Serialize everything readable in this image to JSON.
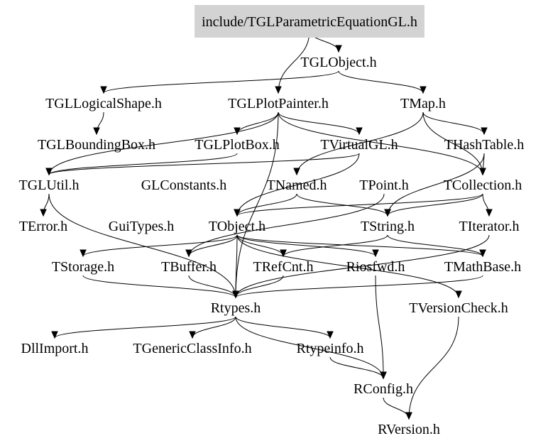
{
  "diagram": {
    "root": "include/TGLParametricEquationGL.h",
    "nodes": [
      "include/TGLParametricEquationGL.h",
      "TGLObject.h",
      "TGLLogicalShape.h",
      "TGLPlotPainter.h",
      "TMap.h",
      "TGLBoundingBox.h",
      "TGLPlotBox.h",
      "TVirtualGL.h",
      "THashTable.h",
      "TGLUtil.h",
      "GLConstants.h",
      "TNamed.h",
      "TPoint.h",
      "TCollection.h",
      "TError.h",
      "GuiTypes.h",
      "TObject.h",
      "TString.h",
      "TIterator.h",
      "TStorage.h",
      "TBuffer.h",
      "TRefCnt.h",
      "Riosfwd.h",
      "TMathBase.h",
      "Rtypes.h",
      "TVersionCheck.h",
      "DllImport.h",
      "TGenericClassInfo.h",
      "Rtypeinfo.h",
      "RConfig.h",
      "RVersion.h"
    ],
    "edges": [
      [
        "include/TGLParametricEquationGL.h",
        "TGLObject.h"
      ],
      [
        "include/TGLParametricEquationGL.h",
        "TGLPlotPainter.h"
      ],
      [
        "TGLObject.h",
        "TGLLogicalShape.h"
      ],
      [
        "TGLObject.h",
        "TMap.h"
      ],
      [
        "TGLLogicalShape.h",
        "TGLBoundingBox.h"
      ],
      [
        "TGLPlotPainter.h",
        "TGLPlotBox.h"
      ],
      [
        "TGLPlotPainter.h",
        "TVirtualGL.h"
      ],
      [
        "TGLPlotPainter.h",
        "TGLUtil.h"
      ],
      [
        "TGLPlotPainter.h",
        "TCollection.h"
      ],
      [
        "TGLPlotPainter.h",
        "Rtypes.h"
      ],
      [
        "TGLPlotBox.h",
        "TGLUtil.h"
      ],
      [
        "TMap.h",
        "THashTable.h"
      ],
      [
        "TMap.h",
        "TNamed.h"
      ],
      [
        "TMap.h",
        "TCollection.h"
      ],
      [
        "TVirtualGL.h",
        "TGLUtil.h"
      ],
      [
        "TVirtualGL.h",
        "TObject.h"
      ],
      [
        "THashTable.h",
        "TCollection.h"
      ],
      [
        "THashTable.h",
        "TString.h"
      ],
      [
        "TGLUtil.h",
        "TError.h"
      ],
      [
        "TGLUtil.h",
        "Rtypes.h"
      ],
      [
        "TNamed.h",
        "TObject.h"
      ],
      [
        "TNamed.h",
        "TString.h"
      ],
      [
        "TPoint.h",
        "TBuffer.h"
      ],
      [
        "TCollection.h",
        "TIterator.h"
      ],
      [
        "TCollection.h",
        "TObject.h"
      ],
      [
        "TCollection.h",
        "TString.h"
      ],
      [
        "TObject.h",
        "TStorage.h"
      ],
      [
        "TObject.h",
        "TBuffer.h"
      ],
      [
        "TObject.h",
        "TRefCnt.h"
      ],
      [
        "TObject.h",
        "Riosfwd.h"
      ],
      [
        "TObject.h",
        "TMathBase.h"
      ],
      [
        "TObject.h",
        "TVersionCheck.h"
      ],
      [
        "TObject.h",
        "Rtypes.h"
      ],
      [
        "TString.h",
        "TRefCnt.h"
      ],
      [
        "TString.h",
        "TMathBase.h"
      ],
      [
        "TStorage.h",
        "Rtypes.h"
      ],
      [
        "TBuffer.h",
        "Rtypes.h"
      ],
      [
        "TRefCnt.h",
        "Rtypes.h"
      ],
      [
        "Riosfwd.h",
        "RConfig.h"
      ],
      [
        "TMathBase.h",
        "Rtypes.h"
      ],
      [
        "TIterator.h",
        "Rtypes.h"
      ],
      [
        "Rtypes.h",
        "DllImport.h"
      ],
      [
        "Rtypes.h",
        "TGenericClassInfo.h"
      ],
      [
        "Rtypes.h",
        "Rtypeinfo.h"
      ],
      [
        "Rtypes.h",
        "RConfig.h"
      ],
      [
        "Rtypeinfo.h",
        "RConfig.h"
      ],
      [
        "TVersionCheck.h",
        "RVersion.h"
      ],
      [
        "RConfig.h",
        "RVersion.h"
      ]
    ]
  },
  "colors": {
    "root_fill": "#d3d3d3",
    "text": "#000000",
    "edge": "#000000",
    "background": "#ffffff"
  }
}
